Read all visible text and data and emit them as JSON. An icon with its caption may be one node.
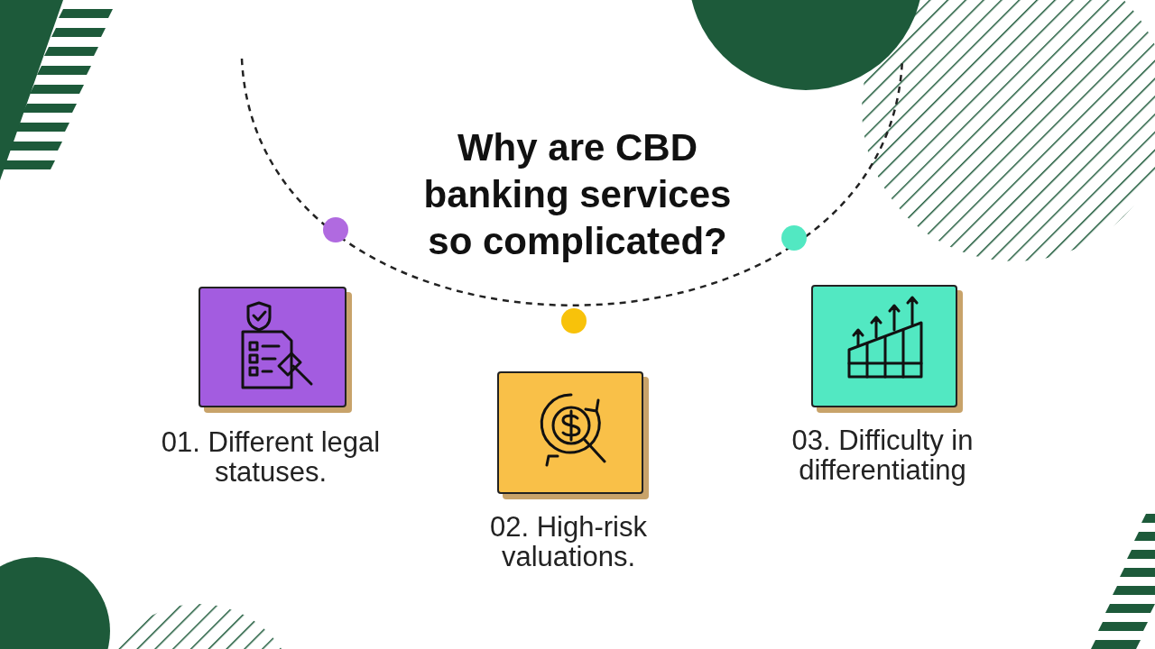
{
  "diagram": {
    "title": "Why are CBD banking services so complicated?",
    "nodes": [
      {
        "text": [
          "01. Different legal statuses."
        ]
      },
      {
        "text": [
          "02. High-risk valuations."
        ]
      },
      {
        "text": [
          "03. Difficulty in differentiating"
        ]
      }
    ],
    "edges": []
  }
}
